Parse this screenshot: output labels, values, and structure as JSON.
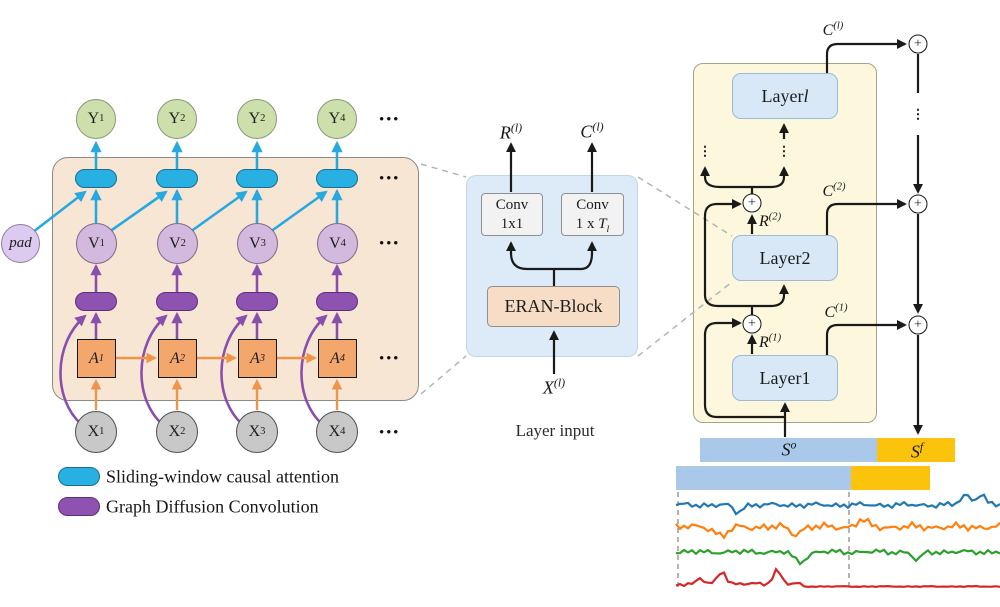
{
  "symbols": {
    "plus": "+",
    "hdots": "•••",
    "vdots": "⋮"
  },
  "left": {
    "pad_label": "pad",
    "y_nodes": [
      {
        "base": "Y",
        "sub": "1"
      },
      {
        "base": "Y",
        "sub": "2"
      },
      {
        "base": "Y",
        "sub": "2"
      },
      {
        "base": "Y",
        "sub": "4"
      }
    ],
    "v_nodes": [
      {
        "base": "V",
        "sub": "1"
      },
      {
        "base": "V",
        "sub": "2"
      },
      {
        "base": "V",
        "sub": "3"
      },
      {
        "base": "V",
        "sub": "4"
      }
    ],
    "a_nodes": [
      {
        "base": "A",
        "sub": "1"
      },
      {
        "base": "A",
        "sub": "2"
      },
      {
        "base": "A",
        "sub": "3"
      },
      {
        "base": "A",
        "sub": "4"
      }
    ],
    "x_nodes": [
      {
        "base": "X",
        "sub": "1"
      },
      {
        "base": "X",
        "sub": "2"
      },
      {
        "base": "X",
        "sub": "3"
      },
      {
        "base": "X",
        "sub": "4"
      }
    ],
    "legend": [
      {
        "label": "Sliding-window causal attention",
        "color": "#29b0e2"
      },
      {
        "label": "Graph Diffusion Convolution",
        "color": "#8e52b0"
      }
    ]
  },
  "middle": {
    "r_out": {
      "base": "R",
      "sup": "(l)"
    },
    "c_out": {
      "base": "C",
      "sup": "(l)"
    },
    "conv1": {
      "line1": "Conv",
      "line2": "1x1"
    },
    "conv2": {
      "line1": "Conv",
      "line2_pre": "1 x ",
      "line2_var": "T",
      "line2_sub": "l"
    },
    "eran_label": "ERAN-Block",
    "x_in": {
      "base": "X",
      "sup": "(l)"
    },
    "caption": "Layer input"
  },
  "right": {
    "layer_top": {
      "prefix": "Layer ",
      "suffix": "l"
    },
    "layer_2": {
      "prefix": "Layer ",
      "suffix": "2"
    },
    "layer_1": {
      "prefix": "Layer ",
      "suffix": "1"
    },
    "r1": {
      "base": "R",
      "sup": "(1)"
    },
    "r2": {
      "base": "R",
      "sup": "(2)"
    },
    "c1": {
      "base": "C",
      "sup": "(1)"
    },
    "c2": {
      "base": "C",
      "sup": "(2)"
    },
    "cl": {
      "base": "C",
      "sup": "(l)"
    },
    "s_observed": {
      "base": "S",
      "sup": "o"
    },
    "s_forecast": {
      "base": "S",
      "sup": "f"
    },
    "bar_colors": {
      "observed": "#aac8ea",
      "forecast": "#fcc30d"
    }
  },
  "sparklines": {
    "x_start": 676,
    "x_end": 1002,
    "step": 4,
    "series": [
      {
        "name": "series-blue",
        "color": "#1f77b4",
        "baseline": 505,
        "amp": 3.2,
        "phase": 0.4,
        "spikes": [
          [
            737,
            8,
            4
          ],
          [
            966,
            -10,
            5
          ],
          [
            981,
            -11,
            4
          ]
        ]
      },
      {
        "name": "series-orange",
        "color": "#ff7f0e",
        "baseline": 527,
        "amp": 4.4,
        "phase": 1.7,
        "spikes": [
          [
            722,
            9,
            6
          ],
          [
            795,
            7,
            5
          ],
          [
            862,
            -7,
            5
          ]
        ]
      },
      {
        "name": "series-green",
        "color": "#2ca02c",
        "baseline": 552,
        "amp": 3.1,
        "phase": 3.1,
        "spikes": [
          [
            800,
            10,
            6
          ],
          [
            917,
            9,
            4
          ]
        ]
      },
      {
        "name": "series-red",
        "color": "#d62728",
        "baseline": 584,
        "amp": 2.3,
        "phase": 5.0,
        "flatten_after": 800,
        "spikes": [
          [
            700,
            -6,
            3
          ],
          [
            722,
            -13,
            4
          ],
          [
            777,
            -14,
            4
          ]
        ]
      }
    ]
  }
}
